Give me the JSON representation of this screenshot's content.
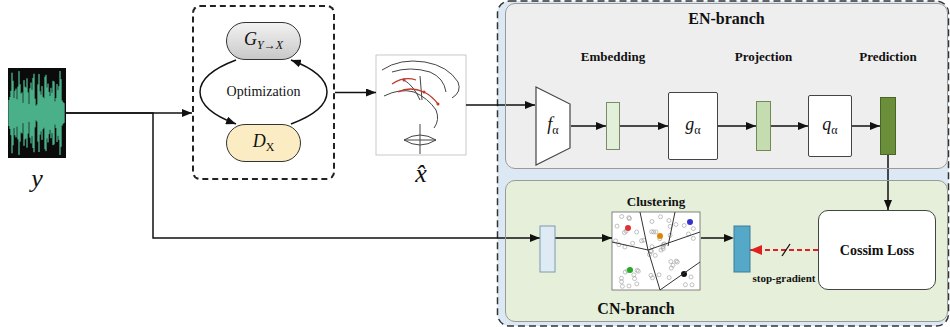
{
  "diagram": {
    "nodes": [
      {
        "text": [
          "y"
        ]
      },
      {
        "text": [
          "Optimization"
        ]
      },
      {
        "text": [
          "G",
          "Y→X"
        ],
        "in": 1
      },
      {
        "text": [
          "D",
          "X"
        ],
        "in": 1
      },
      {
        "text": [
          "x̂"
        ]
      },
      {
        "text": [
          "EN-branch"
        ]
      },
      {
        "text": [
          "f",
          "α"
        ],
        "in": 5
      },
      {
        "text": [
          "Embedding"
        ],
        "in": 5
      },
      {
        "text": [
          "g",
          "α"
        ],
        "in": 5
      },
      {
        "text": [
          "Projection"
        ],
        "in": 5
      },
      {
        "text": [
          "q",
          "α"
        ],
        "in": 5
      },
      {
        "text": [
          "Prediction"
        ],
        "in": 5
      },
      {
        "text": [
          "CN-branch"
        ]
      },
      {
        "text": [
          "Clustering"
        ],
        "in": 12
      },
      {
        "text": [
          "Cossim Loss"
        ],
        "in": 12
      }
    ],
    "edges": [
      {
        "from": 0,
        "to": 1,
        "arrow": "to"
      },
      {
        "from": 1,
        "to": 4,
        "arrow": "to"
      },
      {
        "from": 2,
        "to": 3,
        "arrow": "to"
      },
      {
        "from": 3,
        "to": 2,
        "arrow": "to"
      },
      {
        "from": 4,
        "to": 6,
        "arrow": "to"
      },
      {
        "from": 6,
        "to": 7,
        "arrow": "to"
      },
      {
        "from": 7,
        "to": 8,
        "arrow": "to"
      },
      {
        "from": 8,
        "to": 9,
        "arrow": "to"
      },
      {
        "from": 9,
        "to": 10,
        "arrow": "to"
      },
      {
        "from": 10,
        "to": 11,
        "arrow": "to"
      },
      {
        "from": 11,
        "to": 14,
        "arrow": "to"
      },
      {
        "from": 0,
        "to": 13,
        "arrow": "to"
      },
      {
        "from": 14,
        "to": 13,
        "label": "stop-gradient",
        "arrow": "to"
      }
    ]
  }
}
